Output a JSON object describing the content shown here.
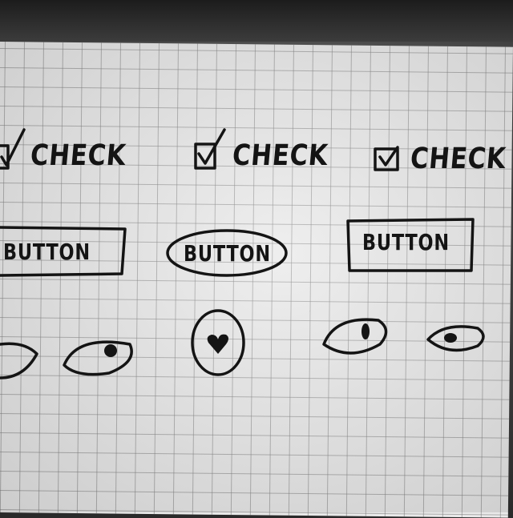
{
  "sketch": {
    "checkboxes": [
      {
        "label": "CHECK",
        "checked": true
      },
      {
        "label": "CHECK",
        "checked": true
      },
      {
        "label": "CHECK",
        "checked": true
      }
    ],
    "buttons": [
      {
        "label": "BUTTON",
        "shape": "rectangle"
      },
      {
        "label": "BUTTON",
        "shape": "oval"
      },
      {
        "label": "BUTTON",
        "shape": "rectangle"
      }
    ],
    "icons": [
      {
        "icon": "eye-icon"
      },
      {
        "icon": "eye-icon"
      },
      {
        "icon": "heart-icon"
      },
      {
        "icon": "eye-icon"
      },
      {
        "icon": "eye-icon"
      }
    ]
  },
  "colors": {
    "ink": "#141414",
    "paper": "#e9e9e9",
    "grid": "#787878"
  }
}
